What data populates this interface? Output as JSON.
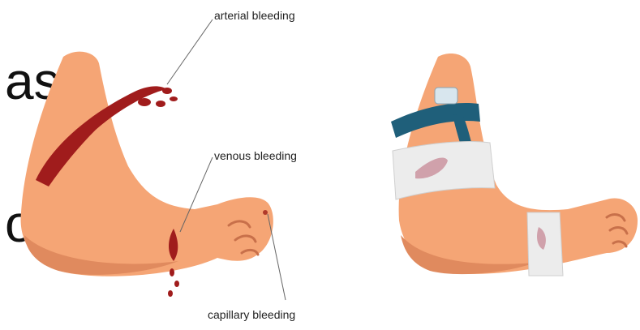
{
  "slide_text": {
    "line1": "as.",
    "line2": "ol"
  },
  "labels": {
    "arterial": "arterial bleeding",
    "venous": "venous bleeding",
    "capillary": "capillary bleeding"
  },
  "colors": {
    "skin": "#f5a575",
    "skin_shadow": "#e08a5e",
    "blood": "#a01c1c",
    "tourniquet": "#1f5f7a",
    "bandage": "#ececec"
  }
}
